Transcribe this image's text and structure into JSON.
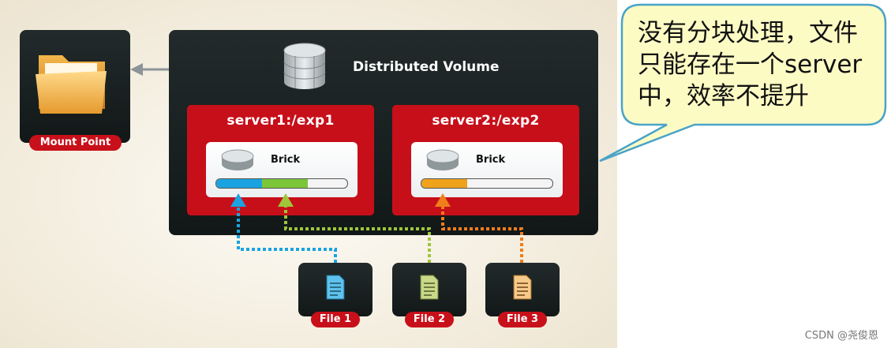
{
  "volume": {
    "title": "Distributed Volume"
  },
  "mount_point": {
    "label": "Mount Point"
  },
  "servers": [
    {
      "name": "server1:/exp1",
      "brick_label": "Brick",
      "fill": [
        0.35,
        0.35
      ]
    },
    {
      "name": "server2:/exp2",
      "brick_label": "Brick",
      "fill": [
        0.35
      ]
    }
  ],
  "files": [
    {
      "label": "File 1",
      "color": "#1aa3e0"
    },
    {
      "label": "File 2",
      "color": "#9fc53a"
    },
    {
      "label": "File 3",
      "color": "#f07d1a"
    }
  ],
  "callout": {
    "text": "没有分块处理，文件只能存在一个server中，效率不提升"
  },
  "watermark": "CSDN @尧俊恩",
  "colors": {
    "accent_red": "#c8101a",
    "callout_fill": "#fdfbc4",
    "callout_border": "#4aa3c8"
  }
}
